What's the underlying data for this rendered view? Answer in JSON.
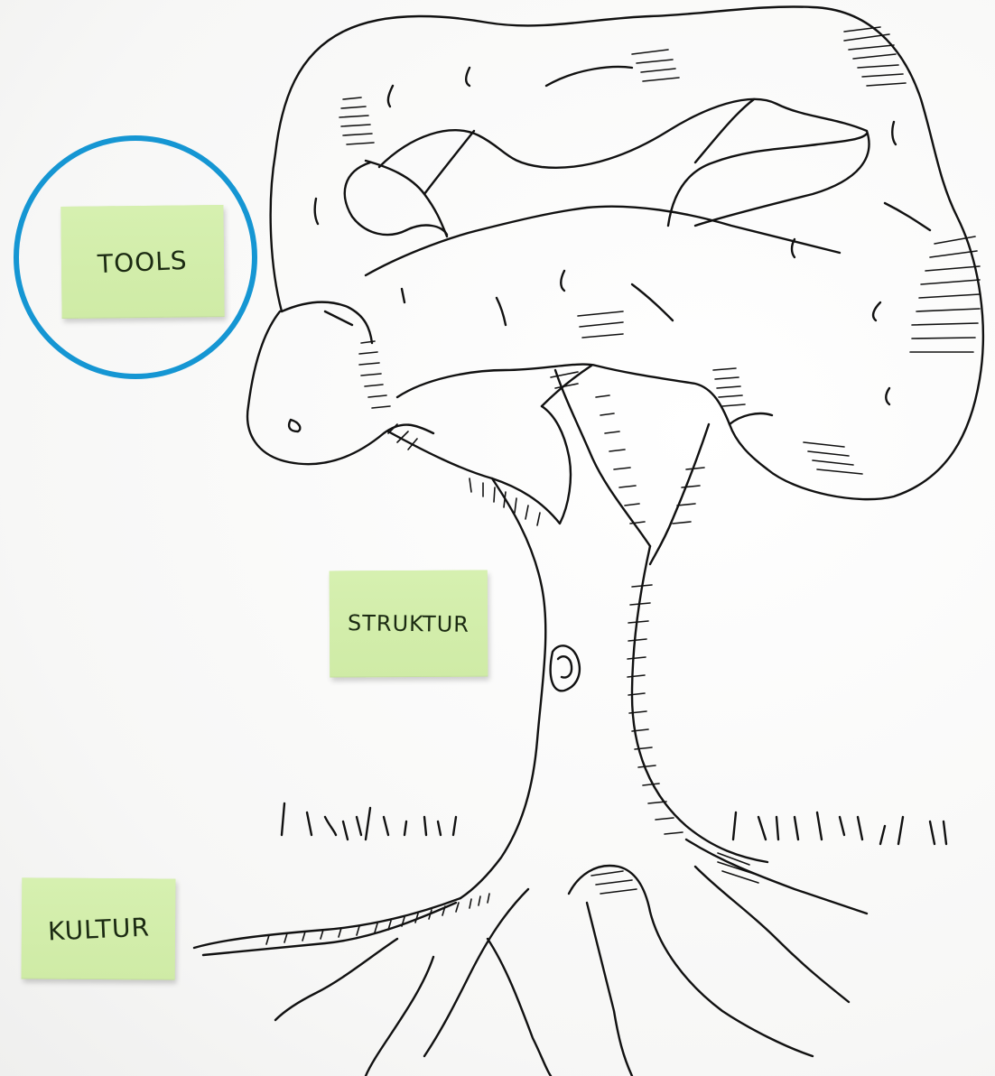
{
  "notes": {
    "tools": "TOOLS",
    "struktur": "STRUKTUR",
    "kultur": "KULTUR"
  },
  "colors": {
    "sticky_note": "#cfeba6",
    "highlight_circle": "#1596d3",
    "ink": "#111111",
    "whiteboard": "#fbfbfa"
  }
}
